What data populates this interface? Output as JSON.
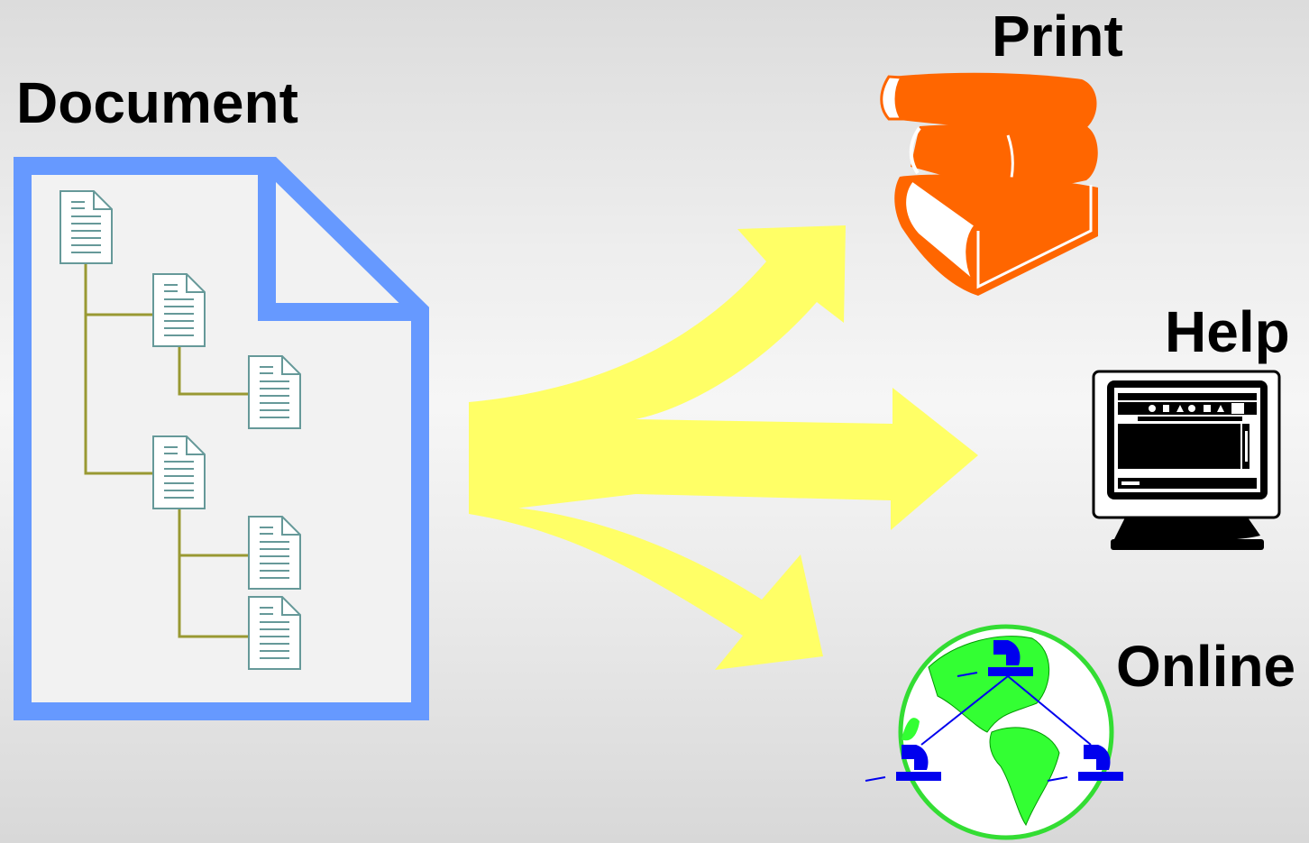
{
  "labels": {
    "document": "Document",
    "print": "Print",
    "help": "Help",
    "online": "Online"
  },
  "colors": {
    "document_border": "#6699ff",
    "tree_lines": "#999933",
    "page_icon": "#669999",
    "arrows": "#ffff66",
    "books": "#ff6600",
    "globe_ring": "#33dd33",
    "globe_land": "#33ff33",
    "network_computers": "#0000ee",
    "monitor": "#000000"
  },
  "icons": {
    "document": "document-icon",
    "print": "books-icon",
    "help": "monitor-icon",
    "online": "globe-network-icon"
  }
}
